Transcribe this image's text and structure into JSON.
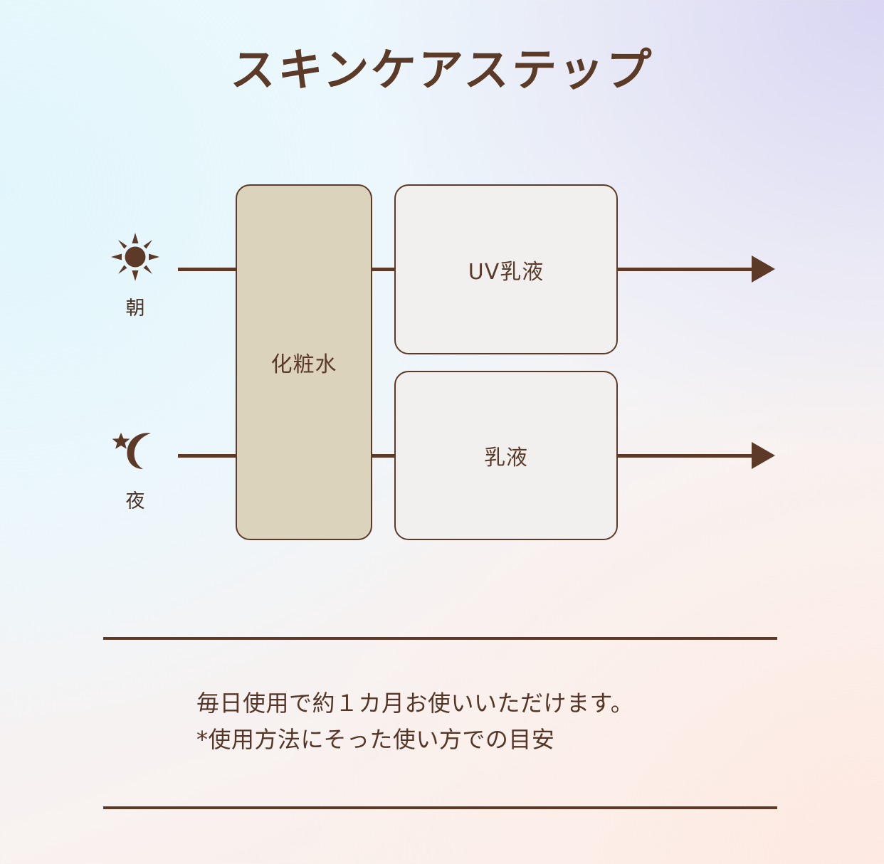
{
  "page": {
    "title": "スキンケアステップ",
    "colors": {
      "ink": "#5c3a27",
      "lotion_box_fill": "#dcd3bc",
      "product_box_fill": "#f1f0ee",
      "bg_top_left": "#edf8fc",
      "bg_top_right": "#dedcf0",
      "bg_bottom_left": "#f4f4f4",
      "bg_bottom_right": "#fdefe8"
    }
  },
  "diagram": {
    "timeslots": [
      {
        "id": "morning",
        "icon": "sun-icon",
        "label": "朝"
      },
      {
        "id": "night",
        "icon": "moon-star-icon",
        "label": "夜"
      }
    ],
    "shared_step": {
      "label": "化粧水"
    },
    "steps": [
      {
        "id": "uv-emulsion",
        "label": "UV乳液",
        "timeslot": "朝"
      },
      {
        "id": "emulsion",
        "label": "乳液",
        "timeslot": "夜"
      }
    ]
  },
  "footnote": {
    "line1": "毎日使用で約１カ月お使いいただけます。",
    "line2": "*使用方法にそった使い方での目安"
  }
}
